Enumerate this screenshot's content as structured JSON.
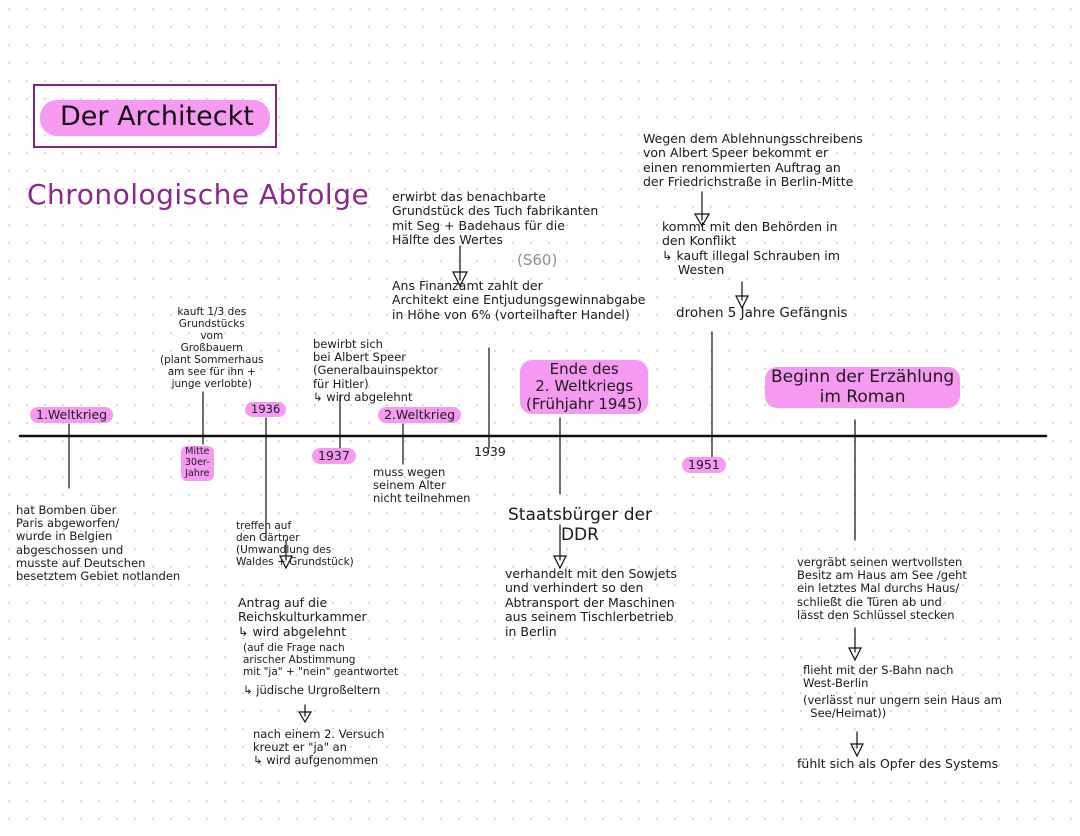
{
  "colors": {
    "highlight": "#f59af0",
    "title_border": "#7a2a79",
    "subtitle": "#8a2a8a",
    "line": "#111111"
  },
  "title": "Der Architeckt",
  "subtitle": "Chronologische Abfolge",
  "timeline": {
    "labels": {
      "weltkrieg1": "1.Weltkrieg",
      "mitte30er": "Mitte\n30er-\nJahre",
      "y1936": "1936",
      "y1937": "1937",
      "weltkrieg2": "2.Weltkrieg",
      "y1939": "1939",
      "ende_krieg": "Ende des\n2. Weltkriegs\n(Frühjahr 1945)",
      "y1951": "1951",
      "beginn": "Beginn der Erzählung\nim Roman"
    },
    "notes": {
      "ww1_note": "hat Bomben über\nParis abgeworfen/\nwurde in Belgien\nabgeschossen und\nmusste auf Deutschen\nbesetztem Gebiet notlanden",
      "grund_kauf": "kauft 1/3 des\nGrundstücks\nvom\nGroßbauern\n(plant Sommerhaus\nam see für ihn +\njunge verlobte)",
      "speer_bewirbt": "bewirbt sich\nbei Albert Speer\n(Generalbauinspektor\nfür Hitler)\n↳ wird abgelehnt",
      "nicht_teilnehmen": "muss wegen\nseinem Alter\nnicht teilnehmen",
      "erwirbt": "erwirbt das benachbarte\nGrundstück des Tuch fabrikanten\nmit Seg + Badehaus für die\nHälfte des Wertes",
      "s60": "(S60)",
      "finanzamt": "Ans Finanzamt zahlt der\nArchitekt eine Entjudungsgewinnabgabe\nin Höhe von 6% (vorteilhafter Handel)",
      "ablehnung": "Wegen dem Ablehnungsschreibens\nvon Albert Speer bekommt er\neinen renommierten Auftrag an\nder Friedrichstraße in Berlin-Mitte",
      "behoerden": "kommt mit den Behörden in\nden Konflikt\n↳ kauft illegal Schrauben im\n    Westen",
      "gefaengnis": "drohen 5 Jahre Gefängnis",
      "treffen": "treffen auf\nden Gärtner\n(Umwandlung des\nWaldes + Grundstück)",
      "antrag": "Antrag auf die\nReichskulturkammer\n↳ wird abgelehnt",
      "frage": "(auf die Frage nach\narischer Abstimmung\nmit \"ja\" + \"nein\" geantwortet",
      "urgross": "↳ jüdische Urgroßeltern",
      "zweiter_versuch": "nach einem 2. Versuch\nkreuzt er \"ja\" an\n↳ wird aufgenommen",
      "staatsbuerger": "Staatsbürger der\nDDR",
      "sowjets": "verhandelt mit den Sowjets\nund verhindert so den\nAbtransport der Maschinen\naus seinem Tischlerbetrieb\nin Berlin",
      "vergraebt": "vergräbt seinen wertvollsten\nBesitz am Haus am See /geht\nein letztes Mal durchs Haus/\nschließt die Türen ab und\nlässt den Schlüssel stecken",
      "flieht": "flieht mit der S-Bahn nach\nWest-Berlin",
      "verlaesst": "(verlässt nur ungern sein Haus am\n  See/Heimat))",
      "opfer": "fühlt sich als Opfer des Systems"
    }
  }
}
